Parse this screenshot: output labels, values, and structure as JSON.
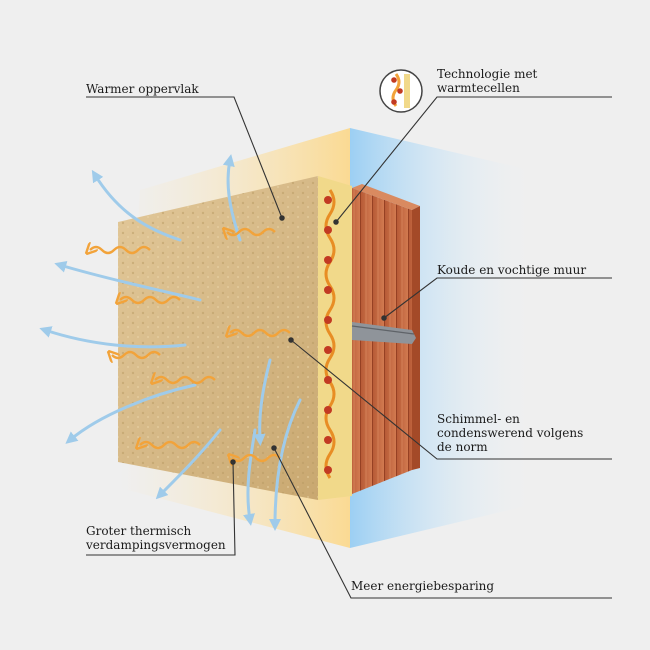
{
  "labels": {
    "warmer_oppervlak": "Warmer oppervlak",
    "technologie_line1": "Technologie met",
    "technologie_line2": "warmtecellen",
    "koude_muur": "Koude en vochtige muur",
    "schimmel_line1": "Schimmel- en",
    "schimmel_line2": "condenswerend volgens",
    "schimmel_line3": "de norm",
    "groter_line1": "Groter thermisch",
    "groter_line2": "verdampingsvermogen",
    "meer_energie": "Meer energiebesparing"
  },
  "colors": {
    "background": "#efefef",
    "plaster": "#d6b987",
    "warm_glow": "#fbe2a6",
    "cold_side": "#a9d3f2",
    "brick": "#c5643e",
    "vapor_arrow": "#9fcbea",
    "heat_wave": "#f2a33a",
    "line": "#333333"
  }
}
